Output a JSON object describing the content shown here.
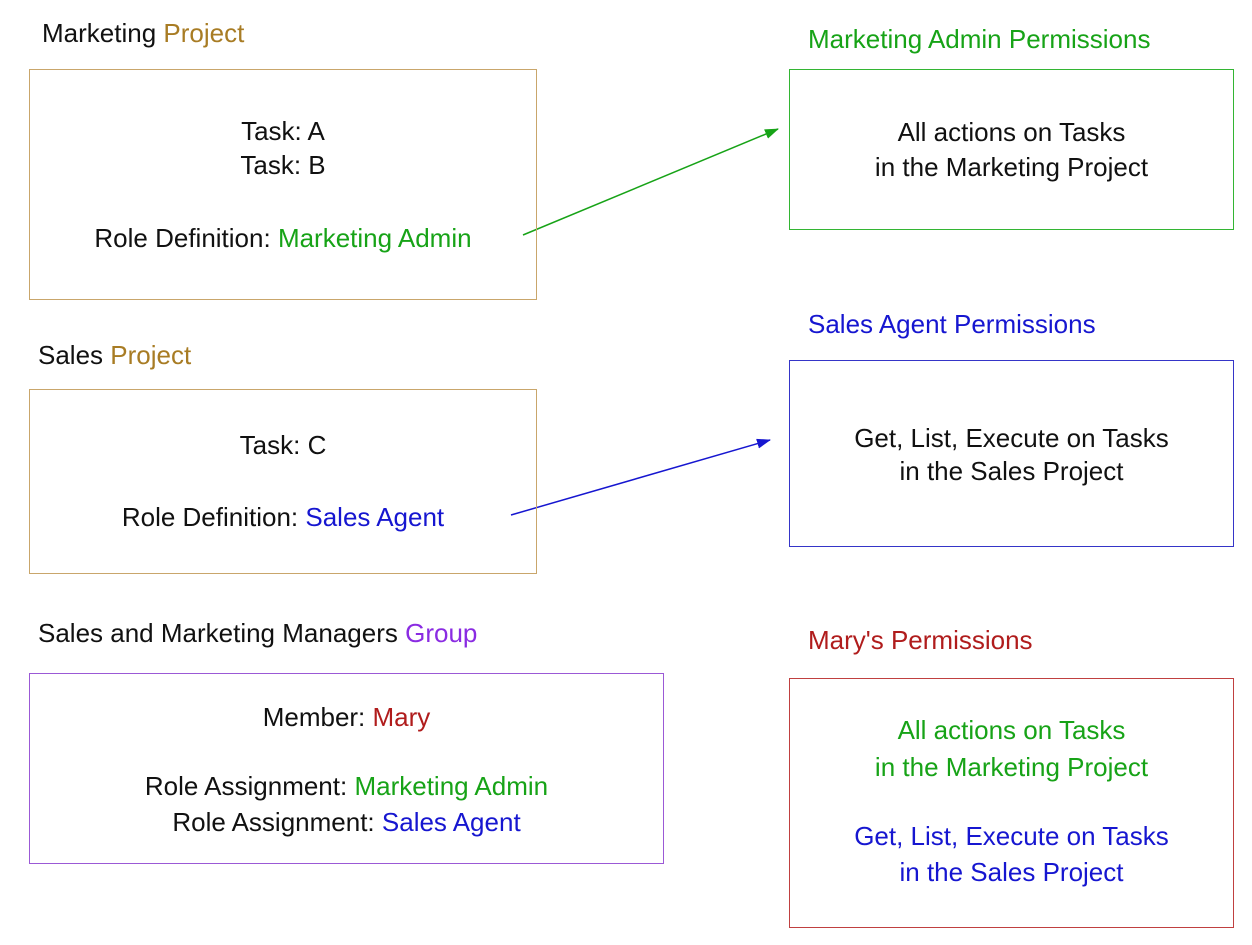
{
  "colors": {
    "project": "#a87c24",
    "admin": "#17a317",
    "agent": "#1616d0",
    "group": "#8a2be2",
    "mary": "#b01c1c",
    "project_border": "#c9a66b",
    "group_border": "#9b59d6",
    "admin_border": "#33b533",
    "agent_border": "#3535c8",
    "mary_border": "#c04040"
  },
  "marketing_project": {
    "name": "Marketing",
    "kind": "Project",
    "task_label_a": "Task: A",
    "task_label_b": "Task: B",
    "role_label": "Role Definition:",
    "role": "Marketing Admin"
  },
  "sales_project": {
    "name": "Sales",
    "kind": "Project",
    "task_label_c": "Task: C",
    "role_label": "Role Definition:",
    "role": "Sales Agent"
  },
  "group": {
    "name": "Sales and Marketing Managers",
    "kind": "Group",
    "member_label": "Member:",
    "member": "Mary",
    "assign_label": "Role Assignment:",
    "assign_1": "Marketing Admin",
    "assign_2": "Sales Agent"
  },
  "admin_permissions": {
    "title": "Marketing Admin Permissions",
    "line1": "All actions on Tasks",
    "line2": "in the Marketing Project"
  },
  "agent_permissions": {
    "title": "Sales Agent Permissions",
    "line1": "Get, List, Execute on Tasks",
    "line2": "in the Sales Project"
  },
  "mary_permissions": {
    "title": "Mary's Permissions",
    "line1": "All actions on Tasks",
    "line2": "in the Marketing Project",
    "line3": "Get, List, Execute on Tasks",
    "line4": "in the Sales Project"
  }
}
